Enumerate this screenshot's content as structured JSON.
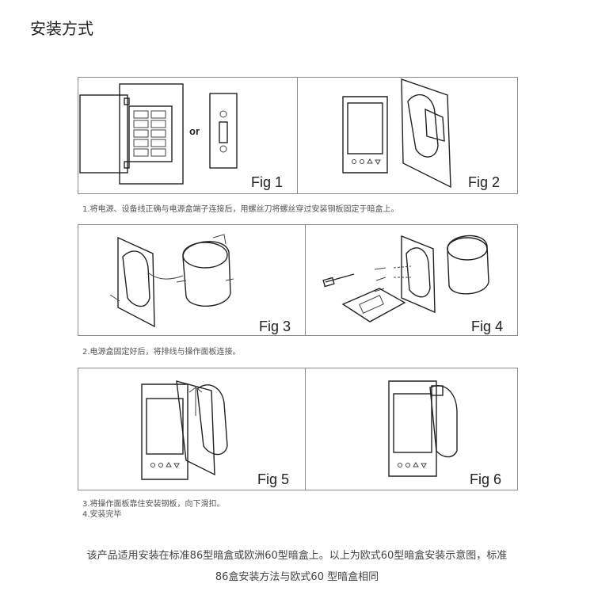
{
  "title": "安装方式",
  "figures": {
    "fig1": "Fig 1",
    "fig2": "Fig 2",
    "fig3": "Fig 3",
    "fig4": "Fig 4",
    "fig5": "Fig 5",
    "fig6": "Fig 6",
    "or": "or"
  },
  "steps": {
    "s1": "1.将电源、设备线正确与电源盒端子连接后，用螺丝刀将螺丝穿过安装钢板固定于暗盒上。",
    "s2": "2.电源盒固定好后，将排线与操作面板连接。",
    "s3": "3.将操作面板靠住安装钢板，向下滑扣。",
    "s4": "4.安装完毕"
  },
  "note": {
    "line1": "该产品适用安装在标准86型暗盒或欧洲60型暗盒上。以上为欧式60型暗盒安装示意图，标准",
    "line2": "86盒安装方法与欧式60 型暗盒相同"
  }
}
